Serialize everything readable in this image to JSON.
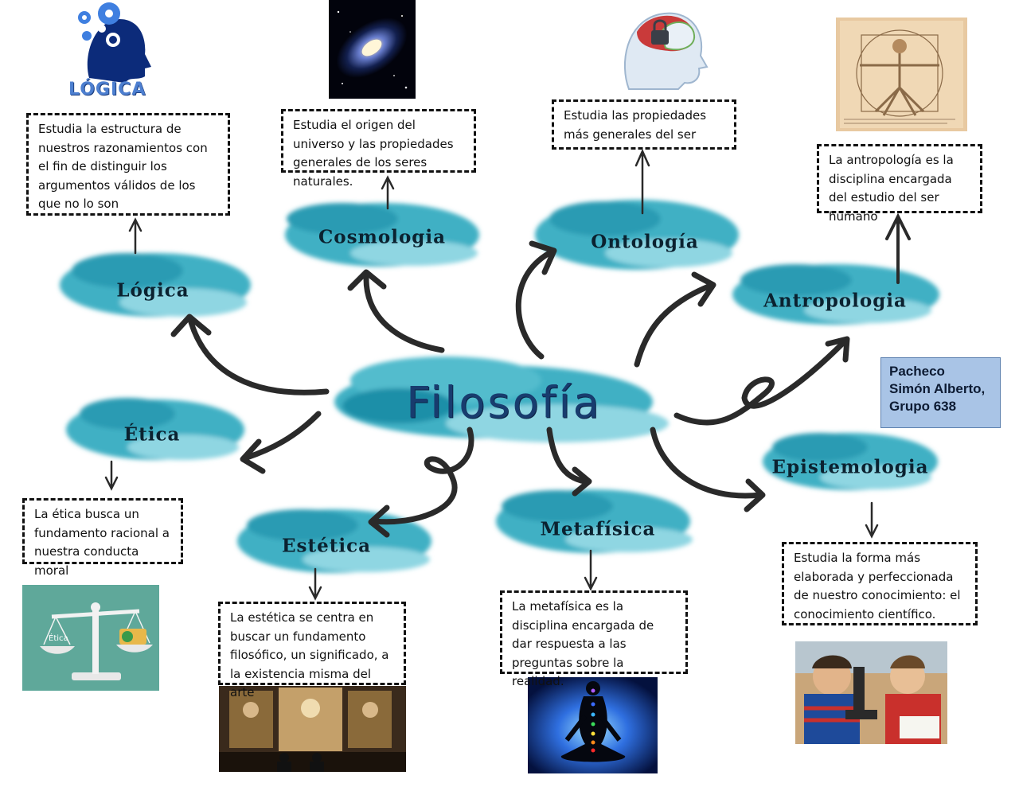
{
  "center": {
    "label": "Filosofía"
  },
  "branches": {
    "logica": {
      "label": "Lógica",
      "description": "Estudia la estructura de nuestros razonamientos con el fin de distinguir los argumentos válidos de los que no lo son",
      "image_caption": "LÓGICA"
    },
    "cosmologia": {
      "label": "Cosmologia",
      "description": "Estudia el origen del universo y las propiedades generales de los seres naturales."
    },
    "ontologia": {
      "label": "Ontología",
      "description": "Estudia las propiedades más generales del ser"
    },
    "antropologia": {
      "label": "Antropologia",
      "description": "La antropología es la disciplina encargada del estudio del ser humano"
    },
    "etica": {
      "label": "Ética",
      "description": "La ética busca un fundamento racional a nuestra conducta moral",
      "image_caption": "Ética"
    },
    "estetica": {
      "label": "Estética",
      "description": "La estética se centra en buscar un fundamento filosófico, un significado, a la existencia misma del arte"
    },
    "metafisica": {
      "label": "Metafísica",
      "description": "La metafísica es la disciplina encargada de dar respuesta a las preguntas sobre la realidad."
    },
    "epistemologia": {
      "label": "Epistemologia",
      "description": "Estudia la forma más elaborada y perfeccionada de nuestro conocimiento: el conocimiento científico."
    }
  },
  "author": {
    "line1": "Pacheco",
    "line2": "Simón Alberto,",
    "line3": "Grupo 638"
  },
  "colors": {
    "cloud": "#3fb0c4",
    "cloud_light": "#8fd6e2",
    "cloud_dark": "#167f98",
    "arrow": "#2a2a2a",
    "main_text": "#183c6e",
    "author_box": "#a9c4e6"
  },
  "icons": {
    "logica_image": "head-gears-icon",
    "cosmologia_image": "galaxy-icon",
    "ontologia_image": "brain-lock-icon",
    "antropologia_image": "vitruvian-man-icon",
    "etica_image": "balance-scale-icon",
    "estetica_image": "museum-painting-icon",
    "metafisica_image": "meditation-chakras-icon",
    "epistemologia_image": "microscope-students-icon"
  }
}
